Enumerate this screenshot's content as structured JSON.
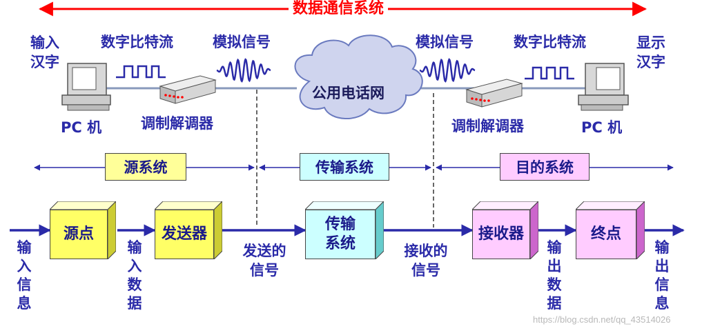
{
  "title": "数据通信系统",
  "top": {
    "left_pc_input": "输入汉字",
    "left_digital": "数字比特流",
    "left_analog": "模拟信号",
    "left_pc": "PC 机",
    "left_modem": "调制解调器",
    "network": "公用电话网",
    "right_analog": "模拟信号",
    "right_digital": "数字比特流",
    "right_pc_output": "显示汉字",
    "right_modem": "调制解调器",
    "right_pc": "PC 机"
  },
  "systems": {
    "source": "源系统",
    "transmission": "传输系统",
    "destination": "目的系统"
  },
  "blocks": {
    "source_point": "源点",
    "transmitter": "发送器",
    "transmission": "传输系统",
    "receiver": "接收器",
    "destination_point": "终点"
  },
  "flow_labels": {
    "input_info": "输入信息",
    "input_data": "输入数据",
    "sent_signal": "发送的信号",
    "received_signal": "接收的信号",
    "output_data": "输出数据",
    "output_info": "输出信息"
  },
  "watermark": "https://blog.csdn.net/qq_43514026",
  "colors": {
    "arrow": "#2a2aa8",
    "title": "#ff0000",
    "yellow": "#ffff66",
    "cyan": "#ccffff",
    "pink": "#ffccff"
  }
}
